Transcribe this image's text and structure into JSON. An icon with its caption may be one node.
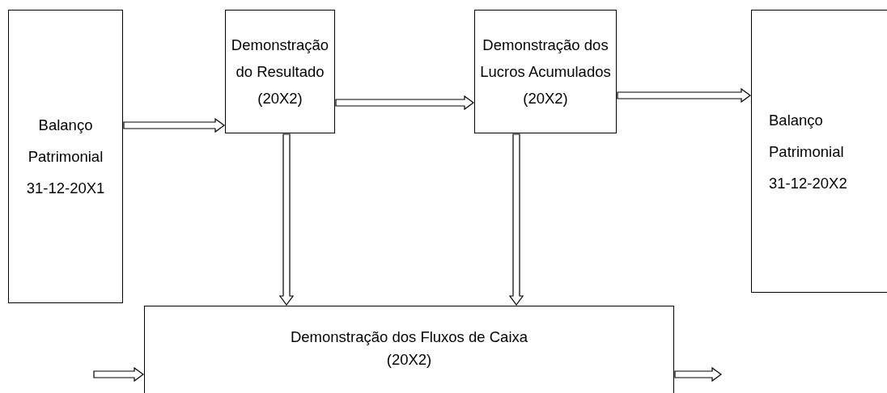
{
  "diagram": {
    "nodes": [
      {
        "text": [
          "Balanço Patrimonial 31-12-20X1"
        ]
      },
      {
        "text": [
          "Demonstração do Resultado (20X2)"
        ]
      },
      {
        "text": [
          "Demonstração dos Lucros Acumulados (20X2)"
        ]
      },
      {
        "text": [
          "Balanço Patrimonial 31-12-20X2"
        ]
      },
      {
        "text": [
          "Demonstração dos Fluxos de Caixa (20X2)"
        ]
      }
    ],
    "edges": [
      {
        "from": 0,
        "to": 1,
        "arrow": "to"
      },
      {
        "from": 1,
        "to": 2,
        "arrow": "to"
      },
      {
        "from": 2,
        "to": 3,
        "arrow": "to"
      },
      {
        "from": 1,
        "to": 4,
        "arrow": "to"
      },
      {
        "from": 2,
        "to": 4,
        "arrow": "to"
      },
      {
        "from": null,
        "to": 4,
        "arrow": "to"
      },
      {
        "from": 4,
        "to": null,
        "arrow": "to"
      }
    ]
  }
}
